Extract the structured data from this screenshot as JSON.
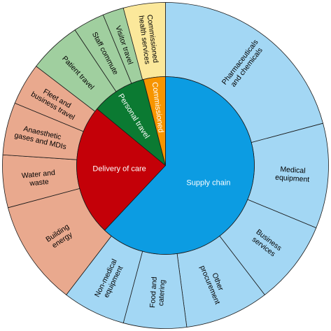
{
  "chart_data": {
    "type": "sunburst",
    "title": "",
    "inner": [
      {
        "name": "Supply chain",
        "value": 62,
        "color": "#0c9ce2"
      },
      {
        "name": "Delivery of care",
        "value": 24,
        "color": "#c40008"
      },
      {
        "name": "Personal travel",
        "value": 10,
        "color": "#0b7a32"
      },
      {
        "name": "Commissioned",
        "value": 4,
        "color": "#f79500"
      }
    ],
    "outer": [
      {
        "name": "Pharmaceuticals and chemicals",
        "lines": [
          "Pharmaceuticals",
          "and chemicals"
        ],
        "parent": "Supply chain",
        "value": 20,
        "color": "#a3d7f4"
      },
      {
        "name": "Medical equipment",
        "lines": [
          "Medical",
          "equipment"
        ],
        "parent": "Supply chain",
        "value": 10,
        "color": "#a3d7f4"
      },
      {
        "name": "Business services",
        "lines": [
          "Business",
          "services"
        ],
        "parent": "Supply chain",
        "value": 8,
        "color": "#a3d7f4"
      },
      {
        "name": "Other procurement",
        "lines": [
          "Other",
          "procurement"
        ],
        "parent": "Supply chain",
        "value": 8,
        "color": "#a3d7f4"
      },
      {
        "name": "Food and catering",
        "lines": [
          "Food and",
          "catering"
        ],
        "parent": "Supply chain",
        "value": 6,
        "color": "#a3d7f4"
      },
      {
        "name": "Non-medical equipment",
        "lines": [
          "Non-medical",
          "equipment"
        ],
        "parent": "Supply chain",
        "value": 6,
        "color": "#a3d7f4"
      },
      {
        "name": "Building energy",
        "lines": [
          "Building",
          "energy"
        ],
        "parent": "Delivery of care",
        "value": 10,
        "color": "#e9a98e"
      },
      {
        "name": "Water and waste",
        "lines": [
          "Water and",
          "waste"
        ],
        "parent": "Delivery of care",
        "value": 5,
        "color": "#e9a98e"
      },
      {
        "name": "Anaesthetic gases and MDIs",
        "lines": [
          "Anaesthetic",
          "gases and MDIs"
        ],
        "parent": "Delivery of care",
        "value": 5,
        "color": "#e9a98e"
      },
      {
        "name": "Fleet and business travel",
        "lines": [
          "Fleet and",
          "business travel"
        ],
        "parent": "Delivery of care",
        "value": 4,
        "color": "#e9a98e"
      },
      {
        "name": "Patient travel",
        "lines": [
          "Patient travel"
        ],
        "parent": "Personal travel",
        "value": 5,
        "color": "#a0cf9f"
      },
      {
        "name": "Staff commute",
        "lines": [
          "Staff commute"
        ],
        "parent": "Personal travel",
        "value": 3,
        "color": "#a0cf9f"
      },
      {
        "name": "Visitor travel",
        "lines": [
          "Visitor travel"
        ],
        "parent": "Personal travel",
        "value": 2,
        "color": "#a0cf9f"
      },
      {
        "name": "Commissioned health services",
        "lines": [
          "Commissioned",
          "health services"
        ],
        "parent": "Commissioned",
        "value": 4,
        "color": "#fbe89b"
      }
    ]
  }
}
